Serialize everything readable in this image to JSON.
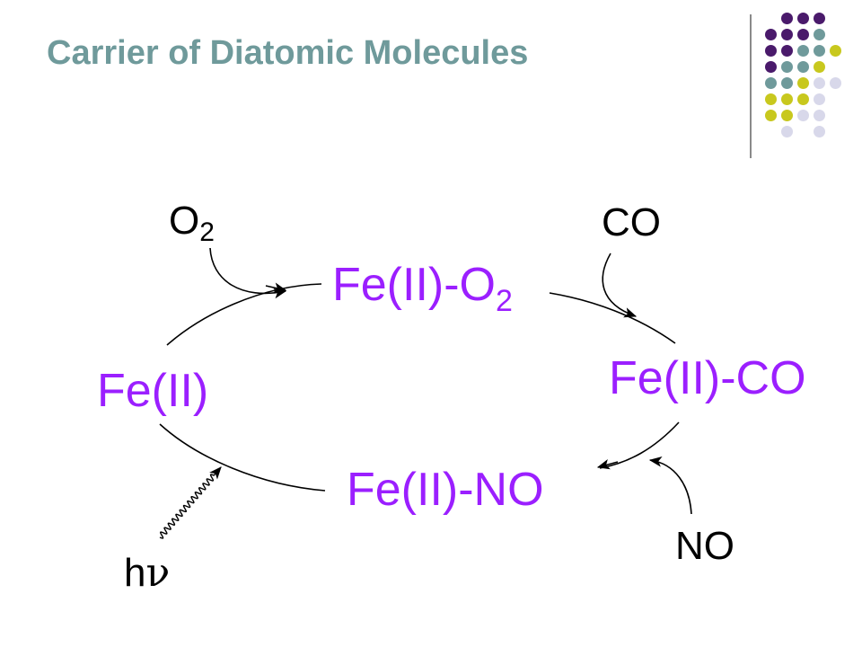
{
  "title": "Carrier of Diatomic Molecules",
  "colors": {
    "title": "#6f9a9b",
    "species": "#9b1fff",
    "reagent": "#000000",
    "dot_purple": "#4a1a6b",
    "dot_teal": "#6f9a9b",
    "dot_yellow": "#c8c81e",
    "dot_lavender": "#d8d8ea"
  },
  "species": {
    "fe": "Fe(II)",
    "feo2_prefix": "Fe(II)-O",
    "feo2_sub": "2",
    "feco": "Fe(II)-CO",
    "feno": "Fe(II)-NO"
  },
  "reagents": {
    "o2_base": "O",
    "o2_sub": "2",
    "co": "CO",
    "no": "NO",
    "light_h": "h",
    "light_nu": "ν"
  },
  "icons": {
    "arrows": "curved-reaction-arrow",
    "light": "wavy-light-arrow",
    "decoration": "dot-grid"
  }
}
